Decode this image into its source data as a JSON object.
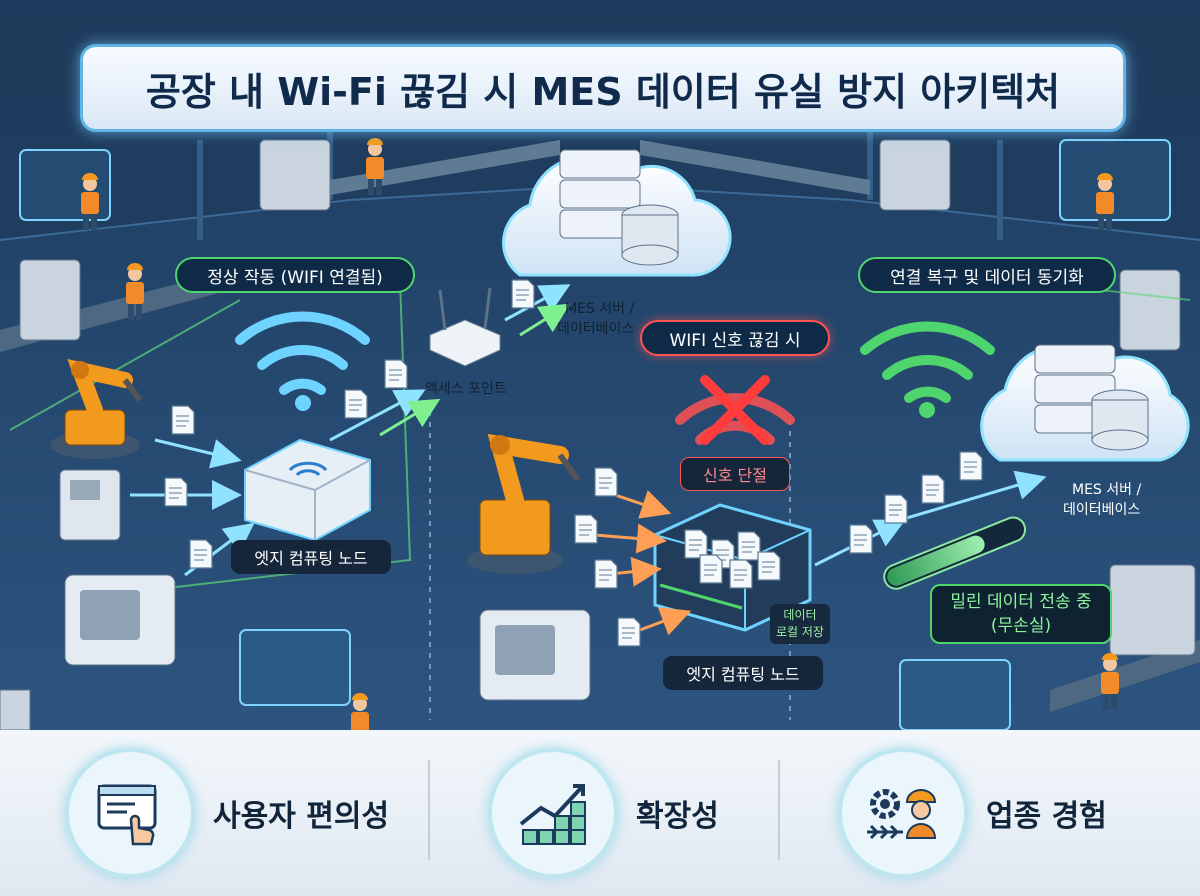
{
  "title": "공장 내 Wi-Fi 끊김 시 MES 데이터 유실 방지 아키텍처",
  "left": {
    "header": "정상 작동 (WIFI 연결됨)",
    "ap_label": "액세스 포인트",
    "edge_label": "엣지 컴퓨팅 노드"
  },
  "middle": {
    "server_label_1": "MES 서버 /",
    "server_label_2": "데이터베이스",
    "header": "WIFI 신호 끊김 시",
    "cut_label": "신호 단절",
    "local_1": "데이터",
    "local_2": "로컬 저장",
    "edge_label": "엣지 컴퓨팅 노드"
  },
  "right": {
    "header": "연결 복구 및 데이터 동기화",
    "server_label_1": "MES 서버 /",
    "server_label_2": "데이터베이스",
    "sync_1": "밀린 데이터 전송 중",
    "sync_2": "(무손실)"
  },
  "features": [
    {
      "label": "사용자 편의성",
      "icon": "touch-screen-icon"
    },
    {
      "label": "확장성",
      "icon": "growth-chart-icon"
    },
    {
      "label": "업종 경험",
      "icon": "gear-worker-icon"
    }
  ],
  "colors": {
    "background": "#25466d",
    "wifi_blue": "#6ed4ff",
    "wifi_green": "#4fd56e",
    "alert_red": "#ff5252",
    "robot_orange": "#f29a1e"
  }
}
